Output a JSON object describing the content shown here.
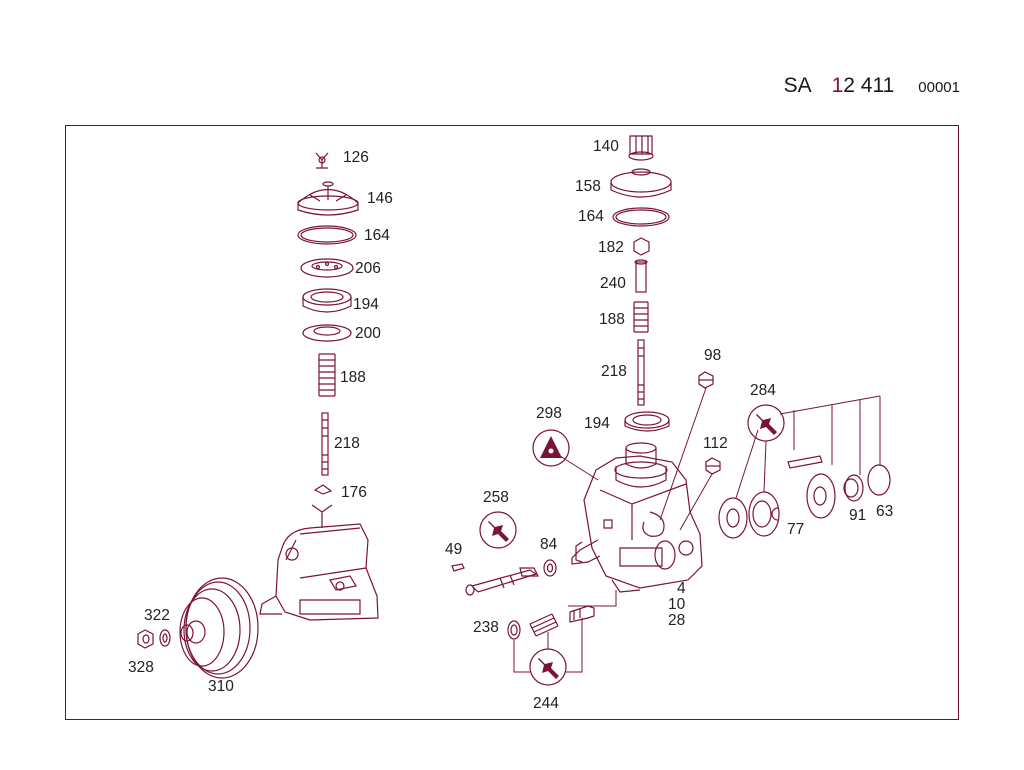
{
  "header": {
    "prefix": "SA",
    "number_first": "1",
    "number_rest": "2 411",
    "sub": "00001"
  },
  "labels": {
    "l126": "126",
    "l146": "146",
    "l164a": "164",
    "l206": "206",
    "l194a": "194",
    "l200": "200",
    "l188a": "188",
    "l218a": "218",
    "l176": "176",
    "l322": "322",
    "l328": "328",
    "l310": "310",
    "l140": "140",
    "l158": "158",
    "l164b": "164",
    "l182": "182",
    "l240": "240",
    "l188b": "188",
    "l218b": "218",
    "l98": "98",
    "l298": "298",
    "l194b": "194",
    "l284": "284",
    "l112": "112",
    "l258": "258",
    "l49": "49",
    "l84": "84",
    "l77": "77",
    "l91": "91",
    "l63": "63",
    "l4": "4",
    "l10": "10",
    "l28": "28",
    "l238": "238",
    "l244": "244"
  },
  "colors": {
    "line": "#7a1437",
    "accent": "#8a0f2e",
    "text": "#222222"
  },
  "icons": [
    "wrench-symbol-icon",
    "triangle-symbol-icon"
  ]
}
